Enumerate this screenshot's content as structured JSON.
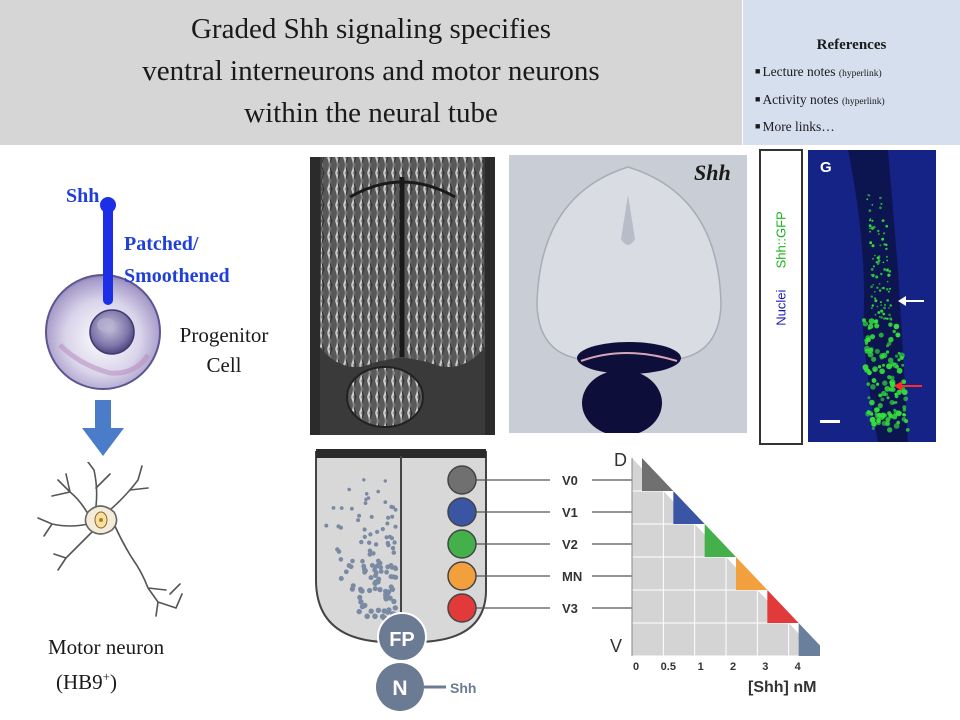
{
  "title": {
    "line1": "Graded Shh signaling specifies",
    "line2": "ventral interneurons and motor neurons",
    "line3": "within the neural tube"
  },
  "references": {
    "heading": "References",
    "items": [
      {
        "text": "Lecture notes ",
        "note": "(hyperlink)"
      },
      {
        "text": "Activity notes ",
        "note": "(hyperlink)"
      },
      {
        "text": "More links…",
        "note": ""
      }
    ]
  },
  "cell_panel": {
    "ligand": "Shh",
    "receptor_line1": "Patched/",
    "receptor_line2": "Smoothened",
    "cell_line1": "Progenitor",
    "cell_line2": "Cell",
    "neuron_line1": "Motor neuron",
    "neuron_line2_prefix": "(HB9",
    "neuron_line2_sup": "+",
    "neuron_line2_suffix": ")"
  },
  "insitu_label": "Shh",
  "fluor_panel": {
    "letter": "G",
    "label_green": "Shh::GFP",
    "label_blue": "Nuclei"
  },
  "diagram": {
    "domains": [
      {
        "label": "V0",
        "color": "#707070"
      },
      {
        "label": "V1",
        "color": "#3a55a4"
      },
      {
        "label": "V2",
        "color": "#44b04a"
      },
      {
        "label": "MN",
        "color": "#f2a03d"
      },
      {
        "label": "V3",
        "color": "#e23a3a"
      }
    ],
    "last_step_color": "#6a7f9c",
    "floorplate": "FP",
    "notochord": "N",
    "secreted": "Shh",
    "axis_top": "D",
    "axis_bottom": "V",
    "x_ticks": [
      "0",
      "0.5",
      "1",
      "2",
      "3",
      "4"
    ],
    "x_label": "[Shh] nM"
  },
  "colors": {
    "title_band": "#d6d6d6",
    "references_band": "#d5dfee",
    "label_blue": "#1f3fd8",
    "arrow_blue": "#4a7cc9"
  }
}
